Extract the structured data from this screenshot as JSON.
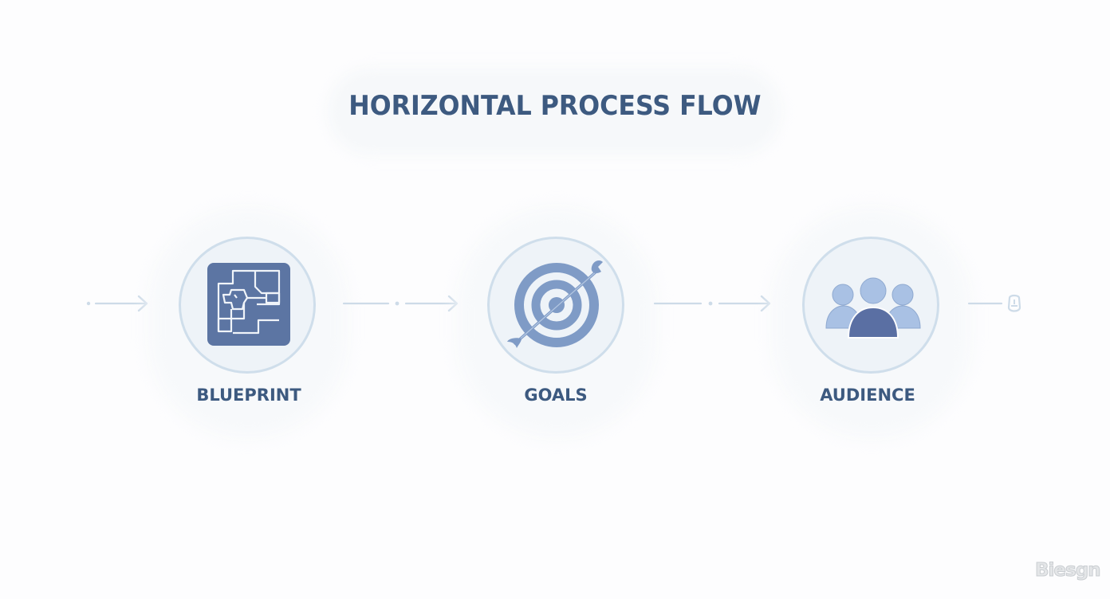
{
  "diagram": {
    "title": "HORIZONTAL PROCESS FLOW",
    "colors": {
      "title": "#3d5a80",
      "circle_fill": "#eef3f8",
      "circle_border": "#cfdeeb",
      "icon_dark": "#5c75a3",
      "icon_light": "#8fa9d0",
      "arrow": "#cddbe8"
    },
    "steps": [
      {
        "label": "BLUEPRINT",
        "icon": "blueprint-floorplan-icon"
      },
      {
        "label": "GOALS",
        "icon": "target-arrow-icon"
      },
      {
        "label": "AUDIENCE",
        "icon": "people-group-icon"
      }
    ],
    "connectors": [
      {
        "from": "start",
        "to": "BLUEPRINT"
      },
      {
        "from": "BLUEPRINT",
        "to": "GOALS"
      },
      {
        "from": "GOALS",
        "to": "AUDIENCE"
      },
      {
        "from": "AUDIENCE",
        "to": "end"
      }
    ],
    "watermark": "Biesgn"
  }
}
